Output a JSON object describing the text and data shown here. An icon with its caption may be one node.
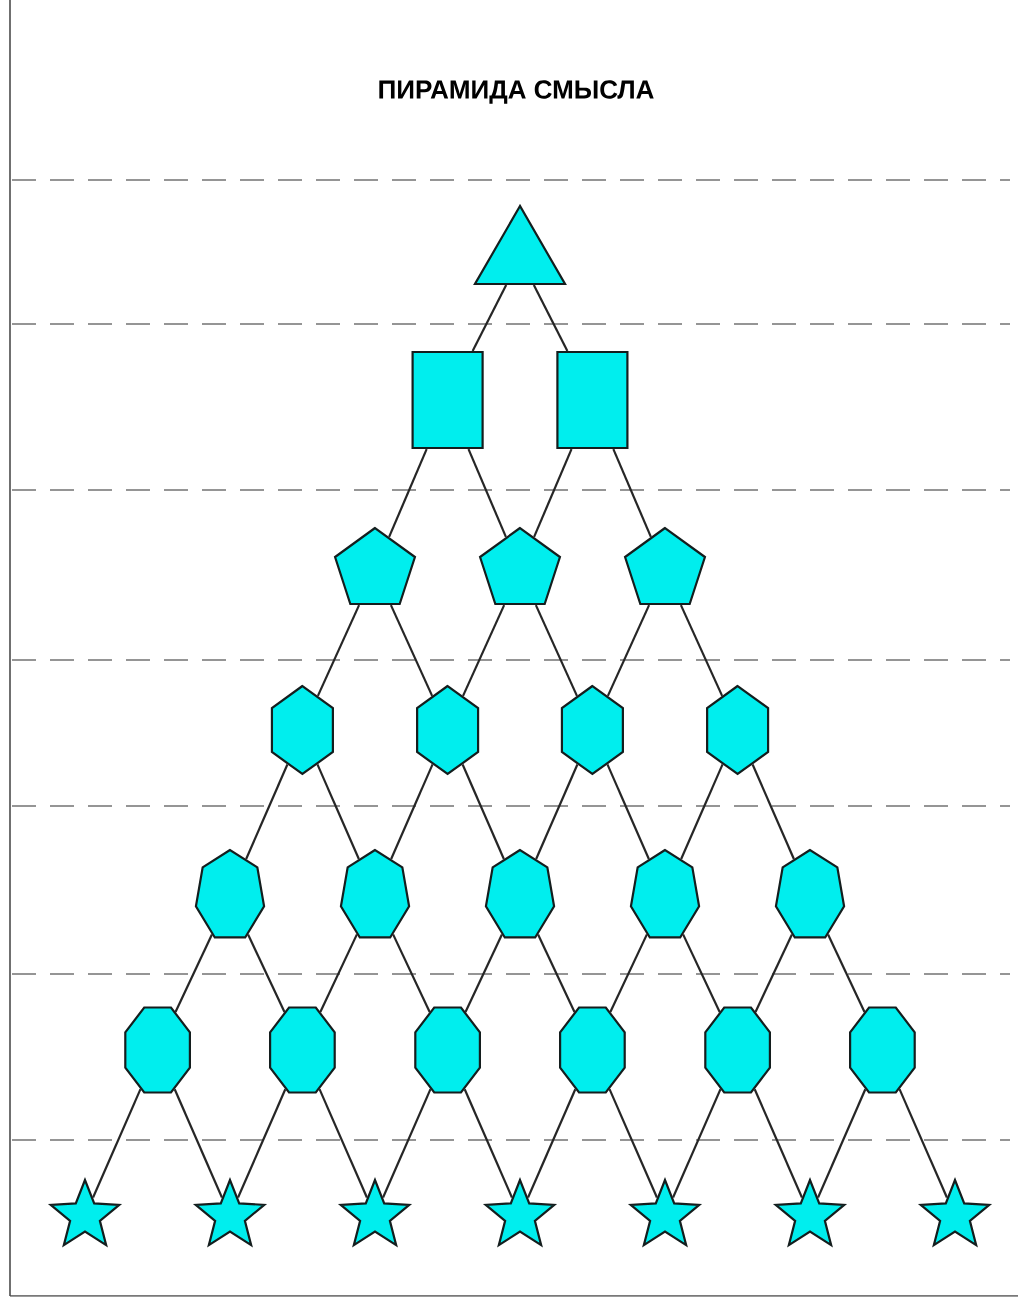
{
  "diagram": {
    "title": "ПИРАМИДА СМЫСЛА",
    "nodes": [
      {
        "text": [],
        "shape": "triangle"
      },
      {
        "text": [],
        "shape": "box"
      },
      {
        "text": [],
        "shape": "box"
      },
      {
        "text": [],
        "shape": "pentagon"
      },
      {
        "text": [],
        "shape": "pentagon"
      },
      {
        "text": [],
        "shape": "pentagon"
      },
      {
        "text": [],
        "shape": "hexagon"
      },
      {
        "text": [],
        "shape": "hexagon"
      },
      {
        "text": [],
        "shape": "hexagon"
      },
      {
        "text": [],
        "shape": "hexagon"
      },
      {
        "text": [],
        "shape": "heptagon"
      },
      {
        "text": [],
        "shape": "heptagon"
      },
      {
        "text": [],
        "shape": "heptagon"
      },
      {
        "text": [],
        "shape": "heptagon"
      },
      {
        "text": [],
        "shape": "heptagon"
      },
      {
        "text": [],
        "shape": "octagon"
      },
      {
        "text": [],
        "shape": "octagon"
      },
      {
        "text": [],
        "shape": "octagon"
      },
      {
        "text": [],
        "shape": "octagon"
      },
      {
        "text": [],
        "shape": "octagon"
      },
      {
        "text": [],
        "shape": "octagon"
      },
      {
        "text": [],
        "shape": "star"
      },
      {
        "text": [],
        "shape": "star"
      },
      {
        "text": [],
        "shape": "star"
      },
      {
        "text": [],
        "shape": "star"
      },
      {
        "text": [],
        "shape": "star"
      },
      {
        "text": [],
        "shape": "star"
      },
      {
        "text": [],
        "shape": "star"
      }
    ],
    "edges": [
      {
        "from": 0,
        "to": 1,
        "arrow": "none"
      },
      {
        "from": 0,
        "to": 2,
        "arrow": "none"
      },
      {
        "from": 1,
        "to": 3,
        "arrow": "none"
      },
      {
        "from": 1,
        "to": 4,
        "arrow": "none"
      },
      {
        "from": 2,
        "to": 4,
        "arrow": "none"
      },
      {
        "from": 2,
        "to": 5,
        "arrow": "none"
      },
      {
        "from": 3,
        "to": 6,
        "arrow": "none"
      },
      {
        "from": 3,
        "to": 7,
        "arrow": "none"
      },
      {
        "from": 4,
        "to": 7,
        "arrow": "none"
      },
      {
        "from": 4,
        "to": 8,
        "arrow": "none"
      },
      {
        "from": 5,
        "to": 8,
        "arrow": "none"
      },
      {
        "from": 5,
        "to": 9,
        "arrow": "none"
      },
      {
        "from": 6,
        "to": 10,
        "arrow": "none"
      },
      {
        "from": 6,
        "to": 11,
        "arrow": "none"
      },
      {
        "from": 7,
        "to": 11,
        "arrow": "none"
      },
      {
        "from": 7,
        "to": 12,
        "arrow": "none"
      },
      {
        "from": 8,
        "to": 12,
        "arrow": "none"
      },
      {
        "from": 8,
        "to": 13,
        "arrow": "none"
      },
      {
        "from": 9,
        "to": 13,
        "arrow": "none"
      },
      {
        "from": 9,
        "to": 14,
        "arrow": "none"
      },
      {
        "from": 10,
        "to": 15,
        "arrow": "none"
      },
      {
        "from": 10,
        "to": 16,
        "arrow": "none"
      },
      {
        "from": 11,
        "to": 16,
        "arrow": "none"
      },
      {
        "from": 11,
        "to": 17,
        "arrow": "none"
      },
      {
        "from": 12,
        "to": 17,
        "arrow": "none"
      },
      {
        "from": 12,
        "to": 18,
        "arrow": "none"
      },
      {
        "from": 13,
        "to": 18,
        "arrow": "none"
      },
      {
        "from": 13,
        "to": 19,
        "arrow": "none"
      },
      {
        "from": 14,
        "to": 19,
        "arrow": "none"
      },
      {
        "from": 14,
        "to": 20,
        "arrow": "none"
      },
      {
        "from": 15,
        "to": 21,
        "arrow": "none"
      },
      {
        "from": 15,
        "to": 22,
        "arrow": "none"
      },
      {
        "from": 16,
        "to": 22,
        "arrow": "none"
      },
      {
        "from": 16,
        "to": 23,
        "arrow": "none"
      },
      {
        "from": 17,
        "to": 23,
        "arrow": "none"
      },
      {
        "from": 17,
        "to": 24,
        "arrow": "none"
      },
      {
        "from": 18,
        "to": 24,
        "arrow": "none"
      },
      {
        "from": 18,
        "to": 25,
        "arrow": "none"
      },
      {
        "from": 19,
        "to": 25,
        "arrow": "none"
      },
      {
        "from": 19,
        "to": 26,
        "arrow": "none"
      },
      {
        "from": 20,
        "to": 26,
        "arrow": "none"
      },
      {
        "from": 20,
        "to": 27,
        "arrow": "none"
      }
    ]
  }
}
